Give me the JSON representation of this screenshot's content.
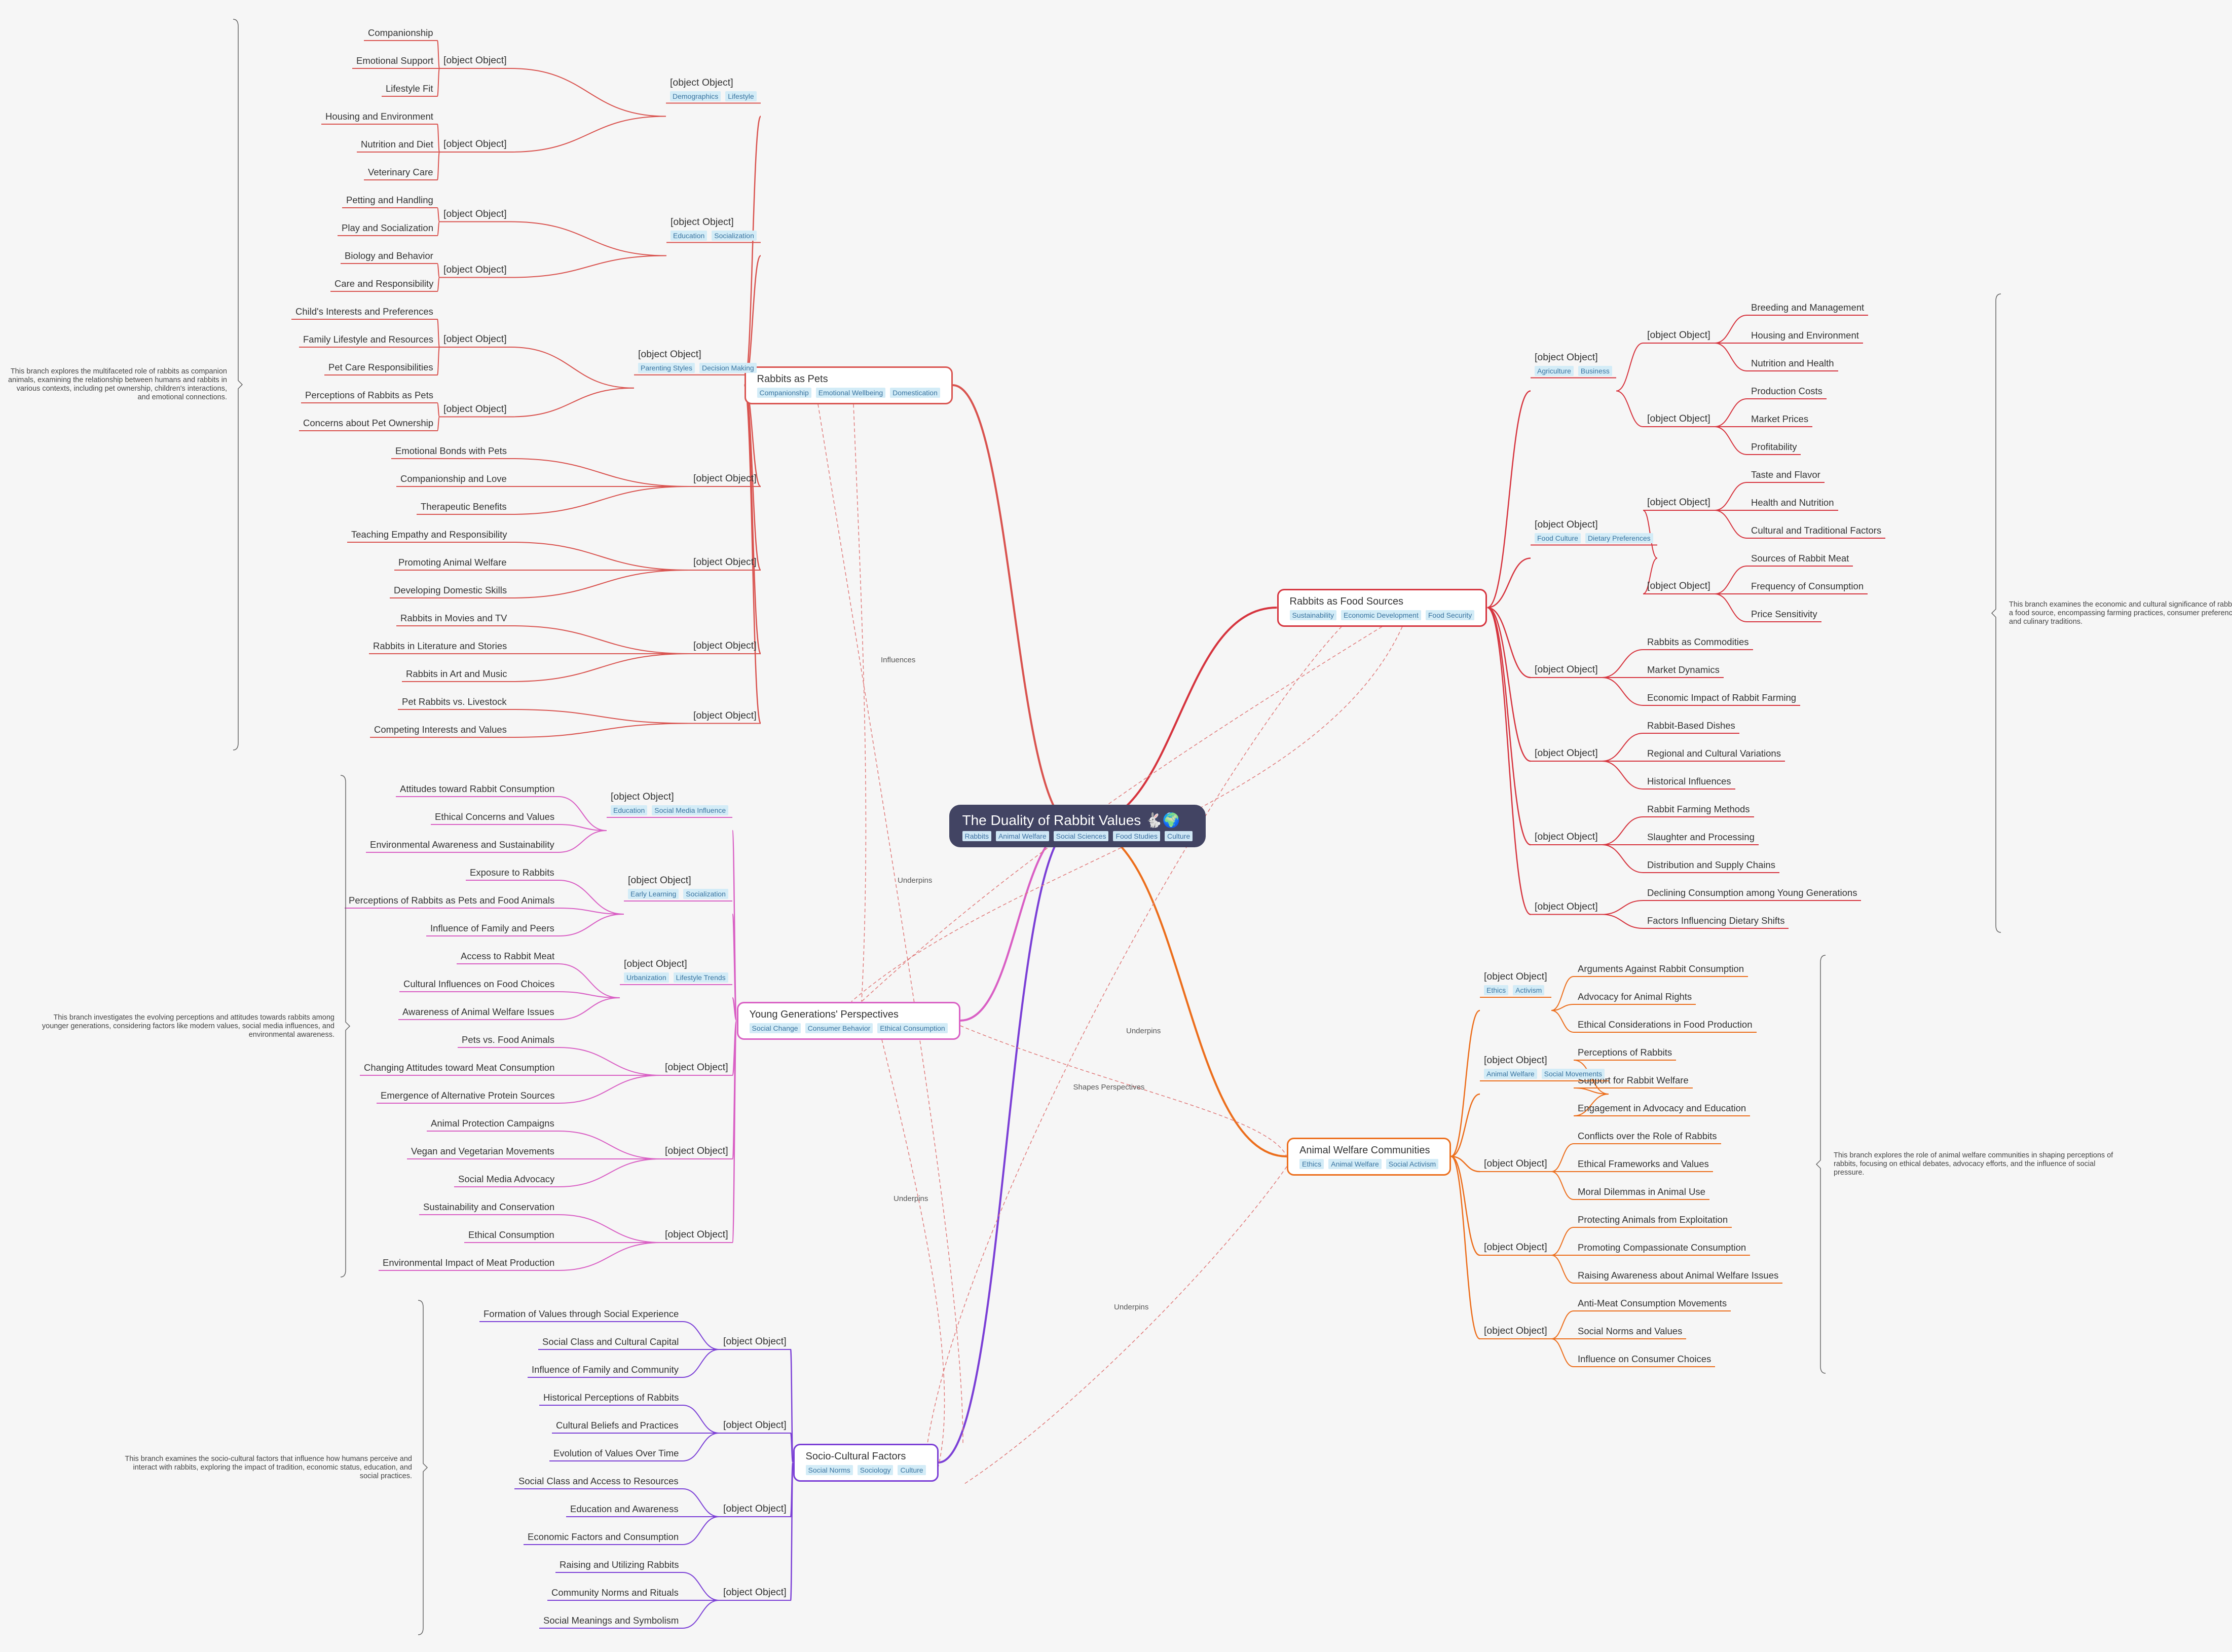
{
  "root": {
    "title": "The Duality of Rabbit Values 🐇🌍",
    "tags": [
      "Rabbits",
      "Animal Welfare",
      "Social Sciences",
      "Food Studies",
      "Culture"
    ]
  },
  "branches": [
    {
      "id": "pets",
      "title": "Rabbits as Pets",
      "color": "#d9534f",
      "tags": [
        "Companionship",
        "Emotional Wellbeing",
        "Domestication"
      ],
      "summary": "This branch explores the multifaceted role of rabbits as companion animals, examining the relationship between humans and rabbits in various contexts, including pet ownership, children's interactions, and emotional connections.",
      "children": [
        {
          "title": "Pet Owners",
          "tags": [
            "Demographics",
            "Lifestyle"
          ],
          "children": [
            {
              "title": "Motivations for Pet Ownership",
              "children": [
                "Companionship",
                "Emotional Support",
                "Lifestyle Fit"
              ]
            },
            {
              "title": "Pet Care Practices",
              "children": [
                "Housing and Environment",
                "Nutrition and Diet",
                "Veterinary Care"
              ]
            }
          ]
        },
        {
          "title": "Children",
          "tags": [
            "Education",
            "Socialization"
          ],
          "children": [
            {
              "title": "Interaction with Rabbits",
              "children": [
                "Petting and Handling",
                "Play and Socialization"
              ]
            },
            {
              "title": "Learning about Rabbits",
              "children": [
                "Biology and Behavior",
                "Care and Responsibility"
              ]
            }
          ]
        },
        {
          "title": "Parents",
          "tags": [
            "Parenting Styles",
            "Decision Making"
          ],
          "children": [
            {
              "title": "Factors Influencing Pet Selection",
              "children": [
                "Child's Interests and Preferences",
                "Family Lifestyle and Resources",
                "Pet Care Responsibilities"
              ]
            },
            {
              "title": "Parental Attitudes toward Rabbits",
              "children": [
                "Perceptions of Rabbits as Pets",
                "Concerns about Pet Ownership"
              ]
            }
          ]
        },
        {
          "title": "Emotional Aspects",
          "children": [
            "Emotional Bonds with Pets",
            "Companionship and Love",
            "Therapeutic Benefits"
          ]
        },
        {
          "title": "Educational Values",
          "children": [
            "Teaching Empathy and Responsibility",
            "Promoting Animal Welfare",
            "Developing Domestic Skills"
          ]
        },
        {
          "title": "Pop Culture",
          "children": [
            "Rabbits in Movies and TV",
            "Rabbits in Literature and Stories",
            "Rabbits in Art and Music"
          ]
        },
        {
          "title": "Conflicts",
          "children": [
            "Pet Rabbits vs. Livestock",
            "Competing Interests and Values"
          ]
        }
      ]
    },
    {
      "id": "young",
      "title": "Young Generations' Perspectives",
      "color": "#d95fc4",
      "tags": [
        "Social Change",
        "Consumer Behavior",
        "Ethical Consumption"
      ],
      "summary": "This branch investigates the evolving perceptions and attitudes towards rabbits among younger generations, considering factors like modern values, social media influences, and environmental awareness.",
      "children": [
        {
          "title": "University Students",
          "tags": [
            "Education",
            "Social Media Influence"
          ],
          "children": [
            "Attitudes toward Rabbit Consumption",
            "Ethical Concerns and Values",
            "Environmental Awareness and Sustainability"
          ]
        },
        {
          "title": "Children",
          "tags": [
            "Early Learning",
            "Socialization"
          ],
          "children": [
            "Exposure to Rabbits",
            "Perceptions of Rabbits as Pets and Food Animals",
            "Influence of Family and Peers"
          ]
        },
        {
          "title": "Urban Communities",
          "tags": [
            "Urbanization",
            "Lifestyle Trends"
          ],
          "children": [
            "Access to Rabbit Meat",
            "Cultural Influences on Food Choices",
            "Awareness of Animal Welfare Issues"
          ]
        },
        {
          "title": "Modern Views",
          "children": [
            "Pets vs. Food Animals",
            "Changing Attitudes toward Meat Consumption",
            "Emergence of Alternative Protein Sources"
          ]
        },
        {
          "title": "Influence of Social Media",
          "children": [
            "Animal Protection Campaigns",
            "Vegan and Vegetarian Movements",
            "Social Media Advocacy"
          ]
        },
        {
          "title": "Environmental Awareness",
          "children": [
            "Sustainability and Conservation",
            "Ethical Consumption",
            "Environmental Impact of Meat Production"
          ]
        }
      ]
    },
    {
      "id": "socio",
      "title": "Socio-Cultural Factors",
      "color": "#7b3fd6",
      "tags": [
        "Social Norms",
        "Sociology",
        "Culture"
      ],
      "summary": "This branch examines the socio-cultural factors that influence how humans perceive and interact with rabbits, exploring the impact of tradition, economic status, education, and social practices.",
      "children": [
        {
          "title": "Habitus (Bourdieu)",
          "children": [
            "Formation of Values through Social Experience",
            "Social Class and Cultural Capital",
            "Influence of Family and Community"
          ]
        },
        {
          "title": "Traditional Values",
          "children": [
            "Historical Perceptions of Rabbits",
            "Cultural Beliefs and Practices",
            "Evolution of Values Over Time"
          ]
        },
        {
          "title": "Economic and Educational Influences",
          "children": [
            "Social Class and Access to Resources",
            "Education and Awareness",
            "Economic Factors and Consumption"
          ]
        },
        {
          "title": "Social Practices",
          "children": [
            "Raising and Utilizing Rabbits",
            "Community Norms and Rituals",
            "Social Meanings and Symbolism"
          ]
        }
      ]
    },
    {
      "id": "food",
      "title": "Rabbits as Food Sources",
      "color": "#d6343e",
      "tags": [
        "Sustainability",
        "Economic Development",
        "Food Security"
      ],
      "summary": "This branch examines the economic and cultural significance of rabbits as a food source, encompassing farming practices, consumer preferences, and culinary traditions.",
      "children": [
        {
          "title": "Rabbit Farmers",
          "tags": [
            "Agriculture",
            "Business"
          ],
          "children": [
            {
              "title": "Farming Practices",
              "children": [
                "Breeding and Management",
                "Housing and Environment",
                "Nutrition and Health"
              ]
            },
            {
              "title": "Economic Considerations",
              "children": [
                "Production Costs",
                "Market Prices",
                "Profitability"
              ]
            }
          ]
        },
        {
          "title": "Consumers of Rabbit Meat",
          "tags": [
            "Food Culture",
            "Dietary Preferences"
          ],
          "children": [
            {
              "title": "Motivations for Consumption",
              "children": [
                "Taste and Flavor",
                "Health and Nutrition",
                "Cultural and Traditional Factors"
              ]
            },
            {
              "title": "Purchasing Habits",
              "children": [
                "Sources of Rabbit Meat",
                "Frequency of Consumption",
                "Price Sensitivity"
              ]
            }
          ]
        },
        {
          "title": "Economic Value",
          "children": [
            "Rabbits as Commodities",
            "Market Dynamics",
            "Economic Impact of Rabbit Farming"
          ]
        },
        {
          "title": "Culinary Traditions",
          "children": [
            "Rabbit-Based Dishes",
            "Regional and Cultural Variations",
            "Historical Influences"
          ]
        },
        {
          "title": "Meat Production",
          "children": [
            "Rabbit Farming Methods",
            "Slaughter and Processing",
            "Distribution and Supply Chains"
          ]
        },
        {
          "title": "Changing Consumption Patterns",
          "children": [
            "Declining Consumption among Young Generations",
            "Factors Influencing Dietary Shifts"
          ]
        }
      ]
    },
    {
      "id": "welfare",
      "title": "Animal Welfare Communities",
      "color": "#ec6e1c",
      "tags": [
        "Ethics",
        "Animal Welfare",
        "Social Activism"
      ],
      "summary": "This branch explores the role of animal welfare communities in shaping perceptions of rabbits, focusing on ethical debates, advocacy efforts, and the influence of social pressure.",
      "children": [
        {
          "title": "Animal Rights Activists",
          "tags": [
            "Ethics",
            "Activism"
          ],
          "children": [
            "Arguments Against Rabbit Consumption",
            "Advocacy for Animal Rights",
            "Ethical Considerations in Food Production"
          ]
        },
        {
          "title": "Animal Lover Communities",
          "tags": [
            "Animal Welfare",
            "Social Movements"
          ],
          "children": [
            "Perceptions of Rabbits",
            "Support for Rabbit Welfare",
            "Engagement in Advocacy and Education"
          ]
        },
        {
          "title": "Ethics and Morality",
          "children": [
            "Conflicts over the Role of Rabbits",
            "Ethical Frameworks and Values",
            "Moral Dilemmas in Animal Use"
          ]
        },
        {
          "title": "Campaigns",
          "children": [
            "Protecting Animals from Exploitation",
            "Promoting Compassionate Consumption",
            "Raising Awareness about Animal Welfare Issues"
          ]
        },
        {
          "title": "Social Pressure",
          "children": [
            "Anti-Meat Consumption Movements",
            "Social Norms and Values",
            "Influence on Consumer Choices"
          ]
        }
      ]
    }
  ],
  "relationships": [
    {
      "label": "Influences"
    },
    {
      "label": "Underpins"
    },
    {
      "label": "Underpins"
    },
    {
      "label": "Shapes Perspectives"
    },
    {
      "label": "Underpins"
    },
    {
      "label": "Underpins"
    }
  ]
}
